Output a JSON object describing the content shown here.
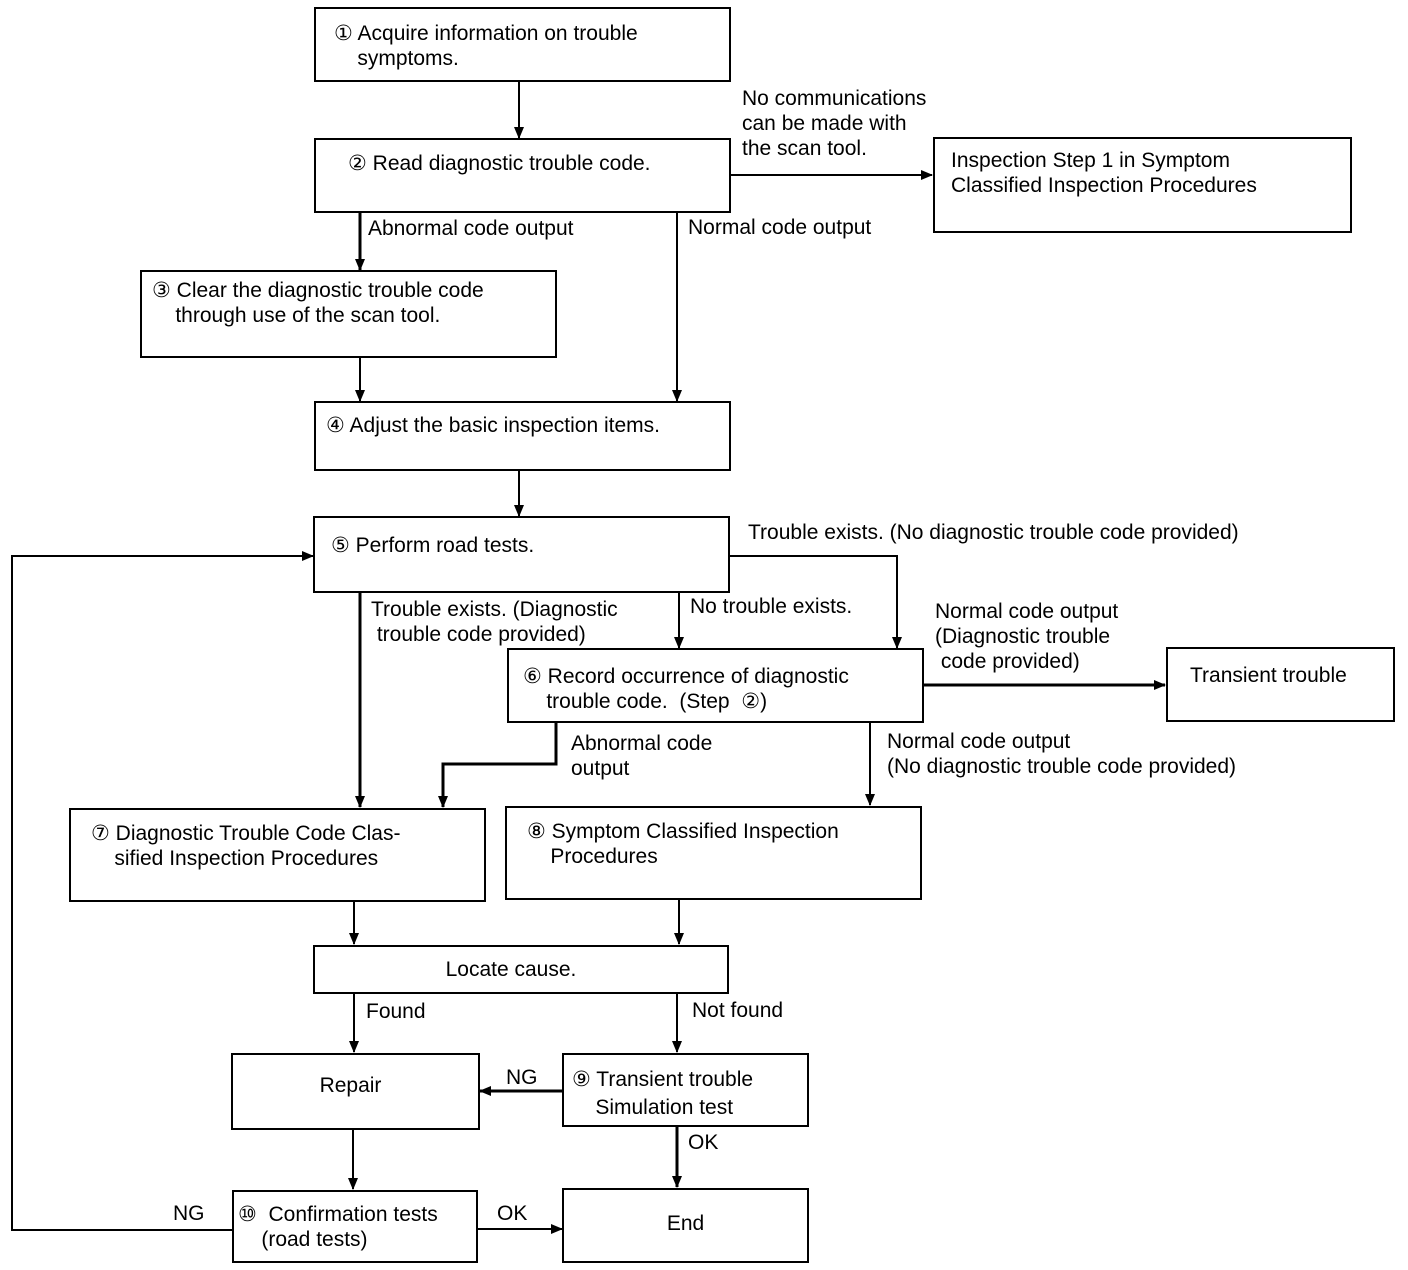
{
  "boxes": {
    "b1": "① Acquire information on trouble\n    symptoms.",
    "b2": "② Read diagnostic trouble code.",
    "b_insp1": "Inspection Step 1 in Symptom\nClassified Inspection Procedures",
    "b3": "③ Clear the diagnostic trouble code\n    through use of the scan tool.",
    "b4": "④ Adjust the basic inspection items.",
    "b5": "⑤ Perform road tests.",
    "b6": "⑥ Record occurrence of diagnostic\n    trouble code.  (Step  ②)",
    "b_transient": "Transient trouble",
    "b7": "⑦ Diagnostic Trouble Code Clas-\n    sified Inspection Procedures",
    "b8": "⑧ Symptom Classified Inspection\n    Procedures",
    "b_locate": "Locate cause.",
    "b_repair": "Repair",
    "b9": "⑨ Transient trouble\n    Simulation test",
    "b10": "⑩  Confirmation tests\n    (road tests)",
    "b_end": "End"
  },
  "labels": {
    "no_comm": "No communications\ncan be made with\nthe scan tool.",
    "abnormal_output": "Abnormal code output",
    "normal_output": "Normal code output",
    "trouble_no_dtc": "Trouble exists. (No diagnostic trouble code provided)",
    "trouble_dtc": "Trouble exists. (Diagnostic\n trouble code provided)",
    "no_trouble": "No trouble exists.",
    "normal_dtc_provided": "Normal code output\n(Diagnostic trouble\n code provided)",
    "abnormal_code_output": "Abnormal code\noutput",
    "normal_no_dtc": "Normal code output\n(No diagnostic trouble code provided)",
    "found": "Found",
    "not_found": "Not found",
    "ng_repair": "NG",
    "ok_end": "OK",
    "ng_loop": "NG",
    "ok_confirm": "OK"
  }
}
